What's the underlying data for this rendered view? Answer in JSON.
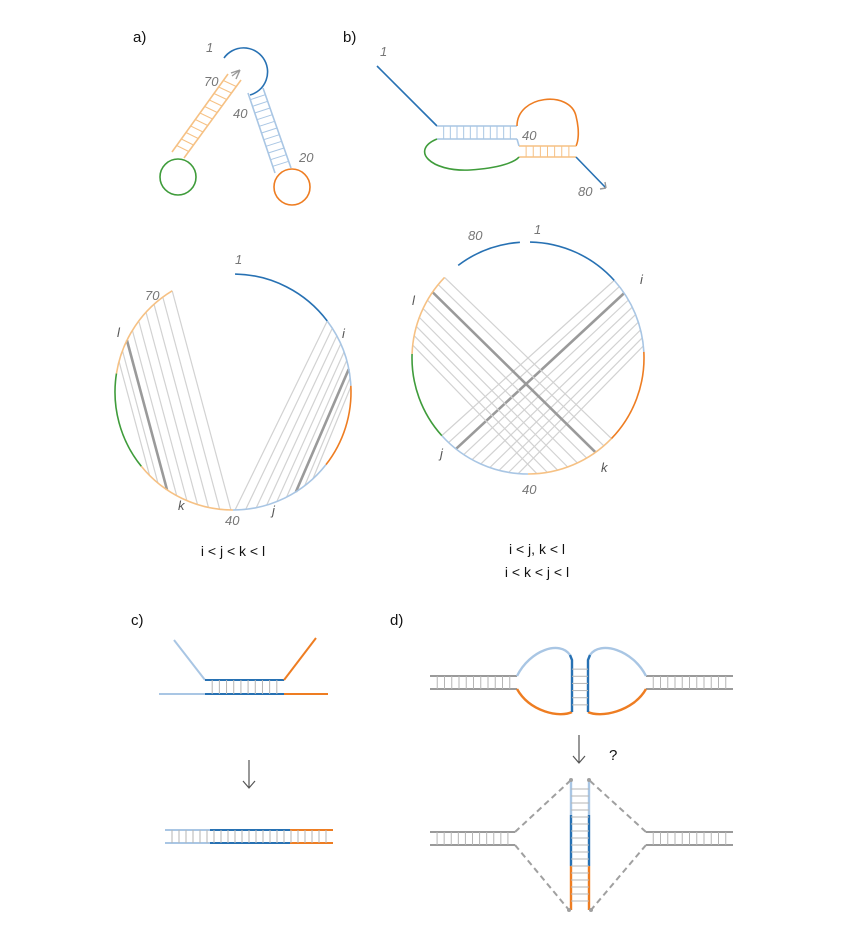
{
  "colors": {
    "blue": "#2771b3",
    "light_blue": "#a9c6e4",
    "orange": "#ee7d22",
    "light_orange": "#f6c184",
    "green": "#3f9c3b",
    "grey": "#9a9a9a",
    "light_grey": "#d2d2d2"
  },
  "panel_a": {
    "label": "a)",
    "labels": {
      "n1": "1",
      "n70": "70",
      "n40": "40",
      "n20": "20"
    }
  },
  "panel_b": {
    "label": "b)",
    "labels": {
      "n1": "1",
      "n40": "40",
      "n80": "80"
    }
  },
  "arc_left": {
    "labels": {
      "n1": "1",
      "n70": "70",
      "n40": "40",
      "i": "i",
      "j": "j",
      "k": "k",
      "l": "l"
    },
    "condition": "i < j < k < l"
  },
  "arc_right": {
    "labels": {
      "n1": "1",
      "n80": "80",
      "n40": "40",
      "i": "i",
      "j": "j",
      "k": "k",
      "l": "l"
    },
    "condition_1": "i < j, k < l",
    "condition_2": "i < k < j < l"
  },
  "panel_c": {
    "label": "c)"
  },
  "panel_d": {
    "label": "d)",
    "question": "?"
  }
}
